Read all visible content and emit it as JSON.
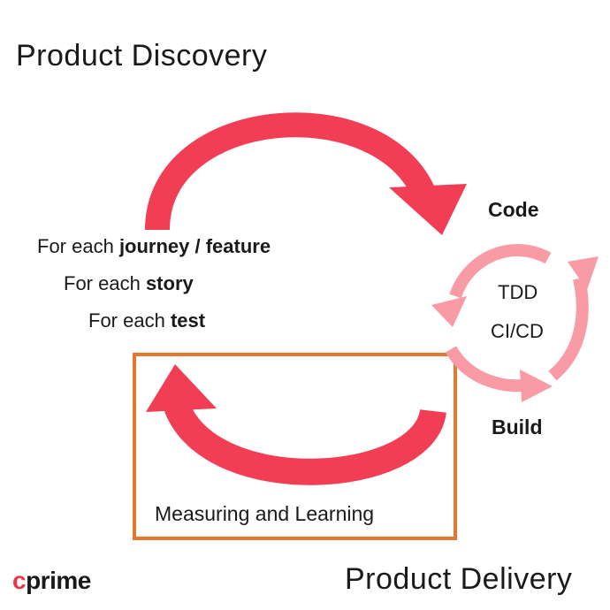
{
  "titles": {
    "discovery": "Product Discovery",
    "delivery": "Product Delivery"
  },
  "loop": {
    "line1_prefix": "For each ",
    "line1_bold": "journey / feature",
    "line2_prefix": "For each ",
    "line2_bold": "story",
    "line3_prefix": "For each ",
    "line3_bold": "test"
  },
  "cycle": {
    "code": "Code",
    "build": "Build",
    "tdd": "TDD",
    "cicd": "CI/CD"
  },
  "measuring": "Measuring and Learning",
  "logo": {
    "accent": "c",
    "rest": "prime"
  },
  "colors": {
    "arrow_red": "#f23e55",
    "arrow_pink": "#f89ba5",
    "box_orange": "#e6782e",
    "logo_red": "#e8364b"
  }
}
